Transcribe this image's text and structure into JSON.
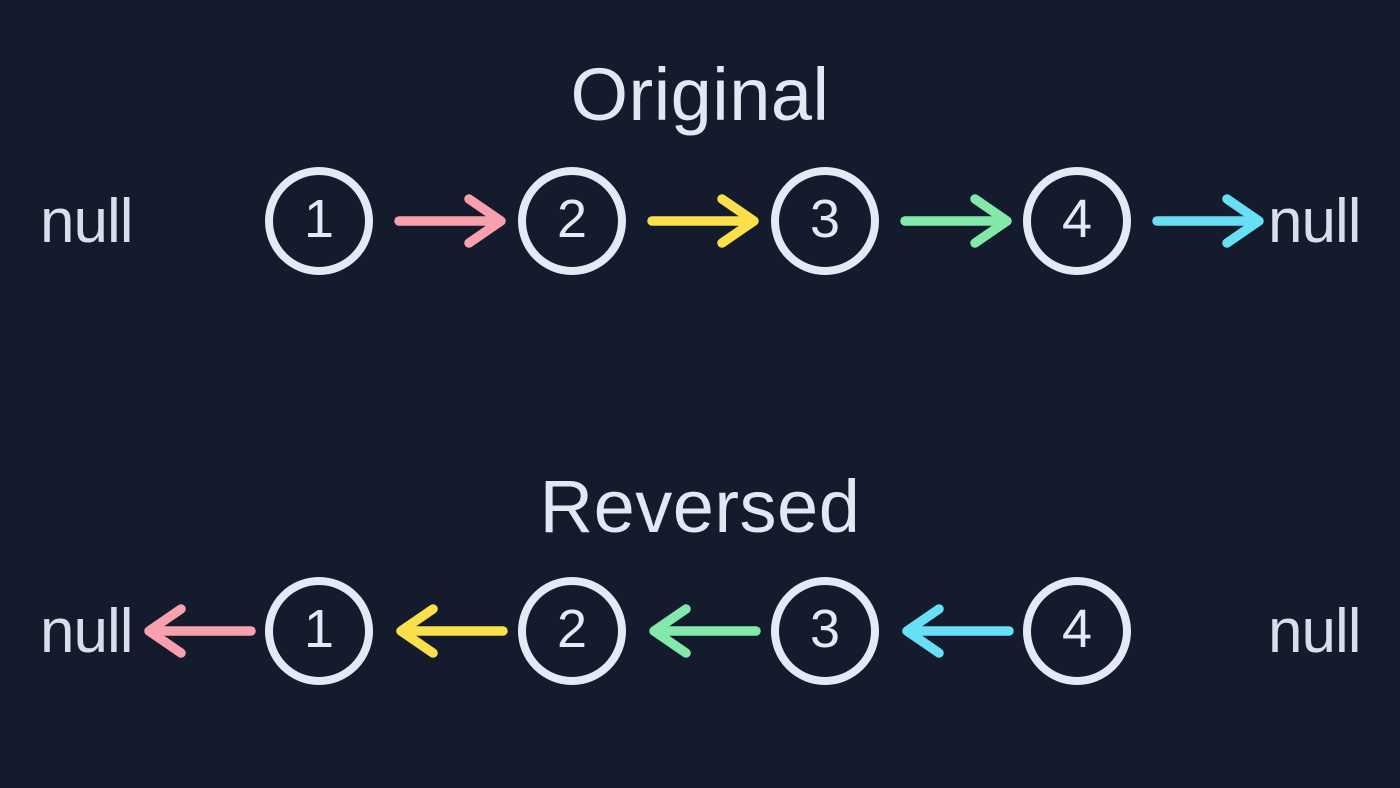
{
  "diagram": {
    "background_color": "#131B2C",
    "title_color": "#E2E8F3",
    "node_stroke_color": "#E4EAF5",
    "null_text_color": "#D9DFEA",
    "arrow_colors": {
      "pink": "#F8A0AB",
      "yellow": "#FBDF4B",
      "green": "#82E9AA",
      "cyan": "#67E0F5"
    },
    "original": {
      "title": "Original",
      "left_terminal": "null",
      "right_terminal": "null",
      "nodes": [
        "1",
        "2",
        "3",
        "4"
      ],
      "arrows": [
        {
          "from": "1",
          "to": "2",
          "direction": "right",
          "color": "pink"
        },
        {
          "from": "2",
          "to": "3",
          "direction": "right",
          "color": "yellow"
        },
        {
          "from": "3",
          "to": "4",
          "direction": "right",
          "color": "green"
        },
        {
          "from": "4",
          "to": "null",
          "direction": "right",
          "color": "cyan"
        }
      ]
    },
    "reversed": {
      "title": "Reversed",
      "left_terminal": "null",
      "right_terminal": "null",
      "nodes": [
        "1",
        "2",
        "3",
        "4"
      ],
      "arrows": [
        {
          "from": "1",
          "to": "null",
          "direction": "left",
          "color": "pink"
        },
        {
          "from": "2",
          "to": "1",
          "direction": "left",
          "color": "yellow"
        },
        {
          "from": "3",
          "to": "2",
          "direction": "left",
          "color": "green"
        },
        {
          "from": "4",
          "to": "3",
          "direction": "left",
          "color": "cyan"
        }
      ]
    }
  }
}
